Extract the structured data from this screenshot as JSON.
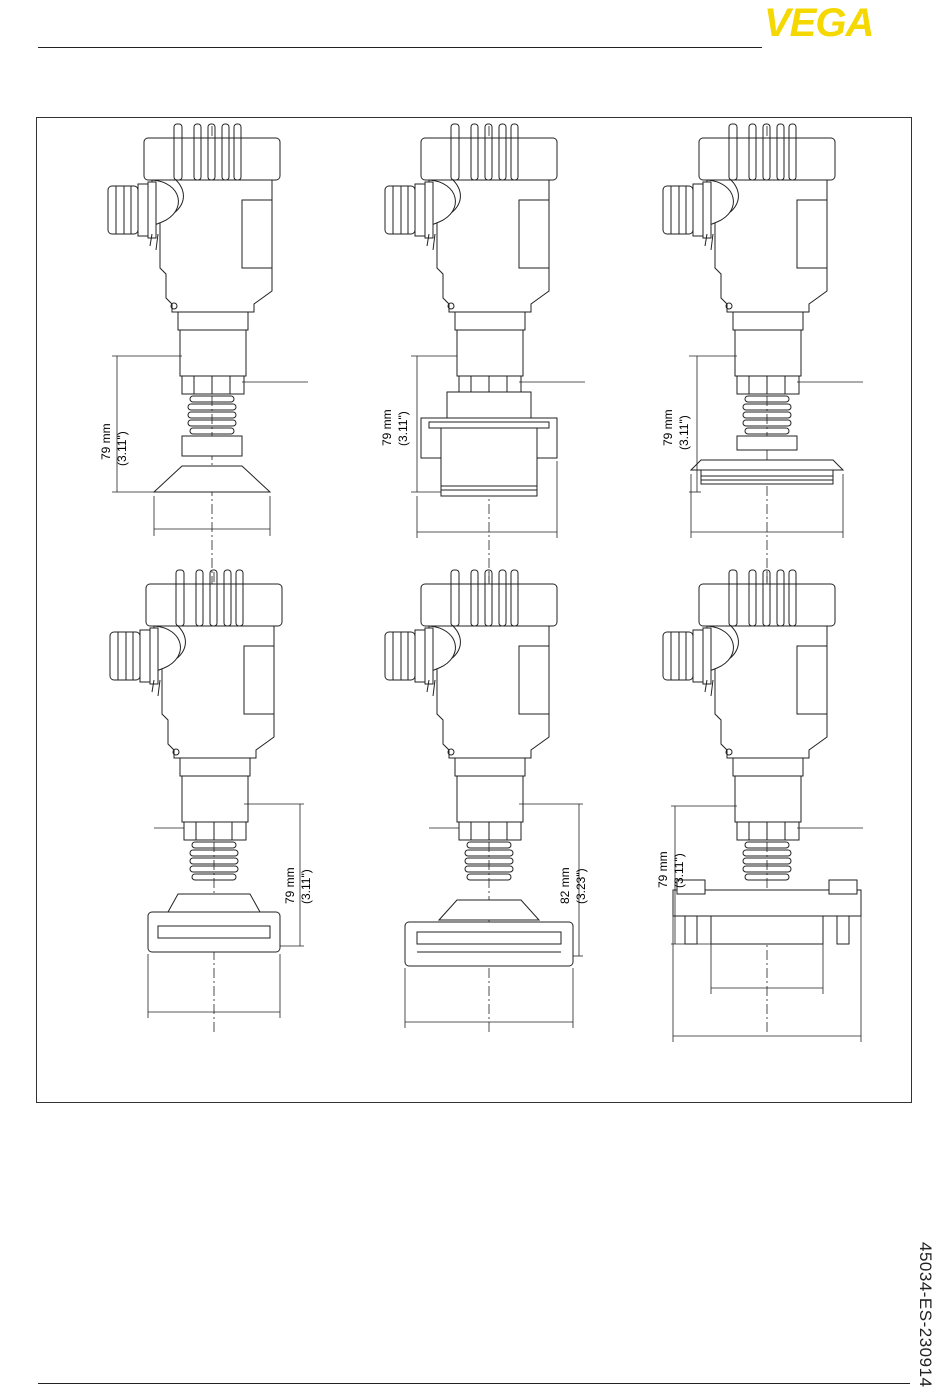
{
  "brand": {
    "name": "VEGA",
    "color": "#f5d800"
  },
  "document_id": "45034-ES-230914",
  "drawings": [
    {
      "id": "1",
      "dim_mm": "79 mm",
      "dim_in": "(3.11\")"
    },
    {
      "id": "2",
      "dim_mm": "79 mm",
      "dim_in": "(3.11\")"
    },
    {
      "id": "3",
      "dim_mm": "79 mm",
      "dim_in": "(3.11\")"
    },
    {
      "id": "4",
      "dim_mm": "79 mm",
      "dim_in": "(3.11\")"
    },
    {
      "id": "5",
      "dim_mm": "82 mm",
      "dim_in": "(3.23\")"
    },
    {
      "id": "6",
      "dim_mm": "79 mm",
      "dim_in": "(3.11\")"
    }
  ]
}
